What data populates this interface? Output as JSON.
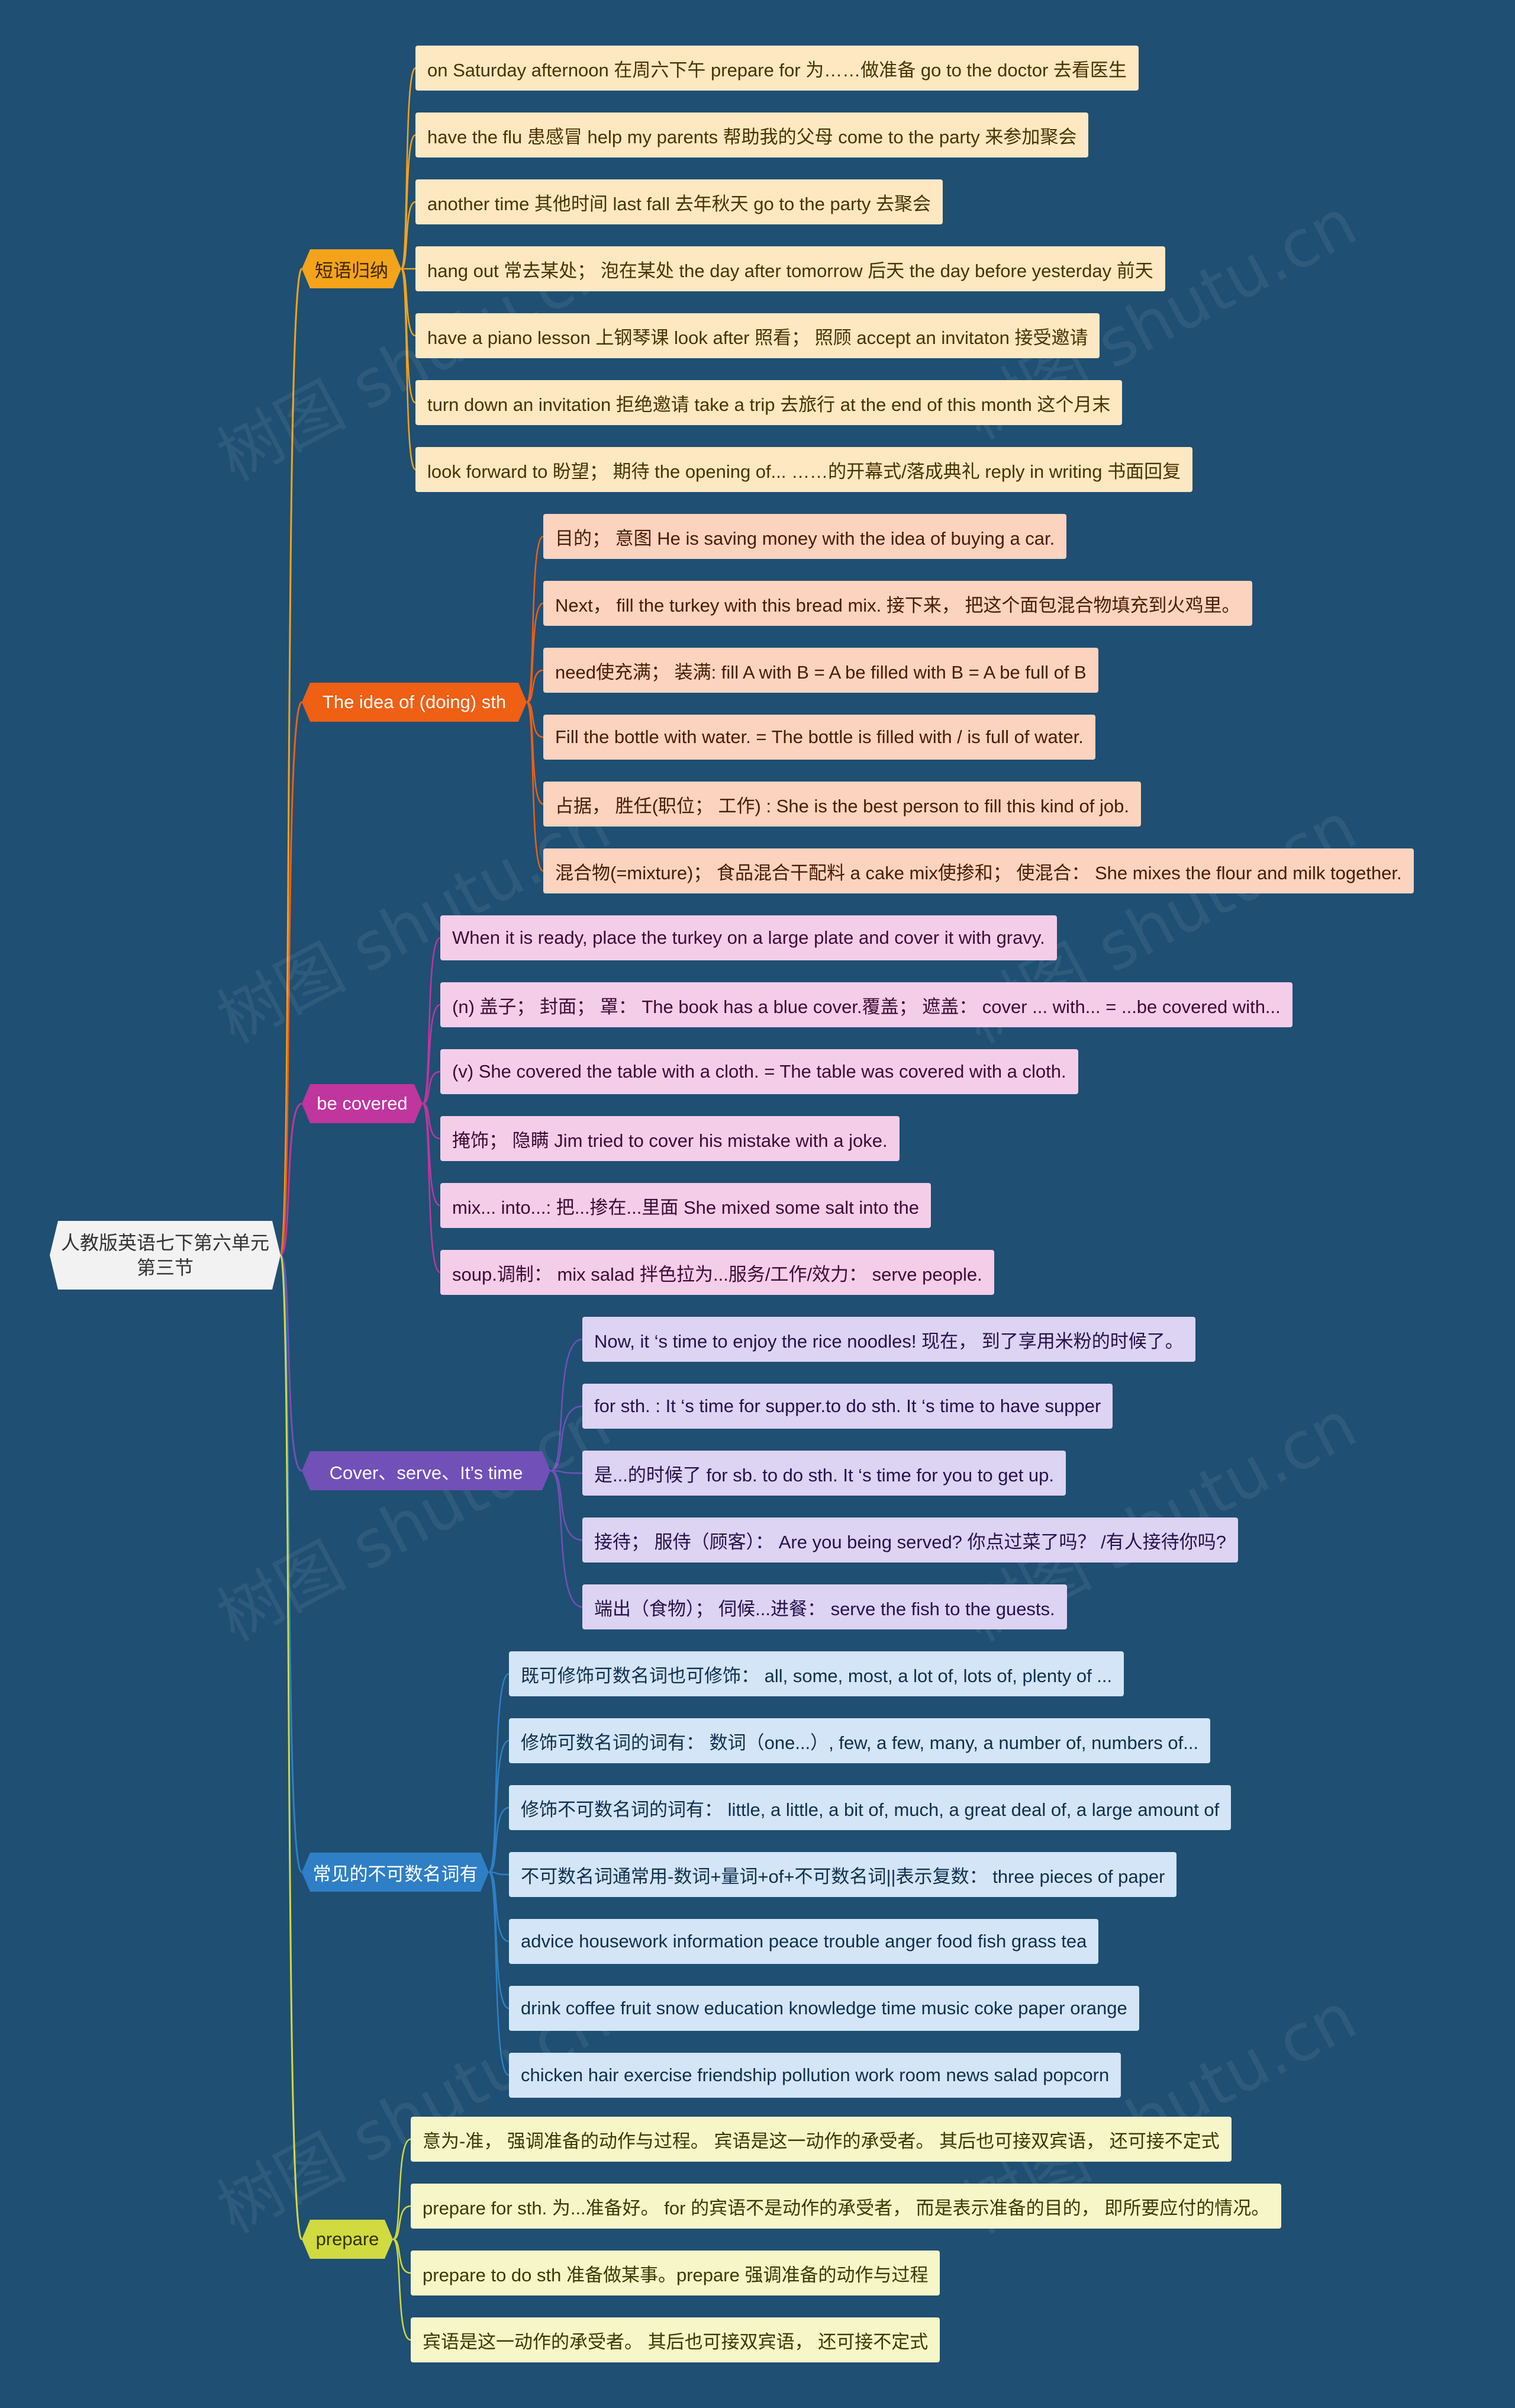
{
  "root": {
    "line1": "人教版英语七下第六单元",
    "line2": "第三节"
  },
  "watermark": "树图 shutu.cn",
  "colors": {
    "background": "#1f4f73",
    "phrases": "#f5a31a",
    "idea": "#ef5f14",
    "covered": "#c0359e",
    "serve": "#7150b8",
    "uncountable": "#2f7fc6",
    "prepare": "#d1da40"
  },
  "branches": [
    {
      "label": "短语归纳",
      "leaves": [
        "on Saturday afternoon 在周六下午 prepare for 为……做准备 go to the doctor 去看医生",
        "have the flu 患感冒 help my parents 帮助我的父母 come to the party 来参加聚会",
        "another time 其他时间 last fall 去年秋天 go to the party 去聚会",
        "hang out 常去某处； 泡在某处 the day after tomorrow 后天 the day before yesterday 前天",
        "have a piano lesson 上钢琴课 look after 照看； 照顾 accept an invitaton 接受邀请",
        "turn down an invitation 拒绝邀请 take a trip 去旅行 at the end of this month 这个月末",
        "look forward to 盼望； 期待 the opening of... ……的开幕式/落成典礼 reply in writing 书面回复"
      ]
    },
    {
      "label": "The idea of (doing) sth",
      "leaves": [
        "目的； 意图 He is saving money with the idea of buying a car.",
        "Next， fill the turkey with this bread mix. 接下来， 把这个面包混合物填充到火鸡里。",
        "need使充满； 装满: fill A with B = A be filled with B = A be full of B",
        "Fill the bottle with water. = The bottle is filled with / is full of water.",
        "占据， 胜任(职位； 工作) : She is the best person to fill this kind of job.",
        "混合物(=mixture)； 食品混合干配料 a cake mix使掺和； 使混合： She mixes the flour and milk together."
      ]
    },
    {
      "label": "be covered",
      "leaves": [
        "When it is ready, place the turkey on a large plate and cover it with gravy.",
        "(n) 盖子； 封面； 罩： The book has a blue cover.覆盖； 遮盖： cover ... with... = ...be covered with...",
        "(v) She covered the table with a cloth. = The table was covered with a cloth.",
        "掩饰； 隐瞒 Jim tried to cover his mistake with a joke.",
        "mix... into...: 把...掺在...里面 She mixed some salt into the",
        "soup.调制： mix salad 拌色拉为...服务/工作/效力： serve people."
      ]
    },
    {
      "label": "Cover、serve、It’s time",
      "leaves": [
        "Now, it ‘s time to enjoy the rice noodles! 现在， 到了享用米粉的时候了。",
        "for sth. : It ‘s time for supper.to do sth. It ‘s time to have supper",
        "是...的时候了 for sb. to do sth. It ‘s time for you to get up.",
        "接待； 服侍（顾客）： Are you being served? 你点过菜了吗？ /有人接待你吗?",
        "端出（食物）； 伺候...进餐： serve the fish to the guests."
      ]
    },
    {
      "label": "常见的不可数名词有",
      "leaves": [
        "既可修饰可数名词也可修饰： all, some, most, a lot of, lots of, plenty of ...",
        "修饰可数名词的词有： 数词（one...）, few, a few, many, a number of, numbers of...",
        "修饰不可数名词的词有： little, a little, a bit of, much, a great deal of, a large amount of",
        "不可数名词通常用-数词+量词+of+不可数名词||表示复数： three pieces of paper",
        "advice housework information peace trouble anger food fish grass tea",
        "drink coffee fruit snow education knowledge time music coke paper orange",
        "chicken hair exercise friendship pollution work room news salad popcorn"
      ]
    },
    {
      "label": "prepare",
      "leaves": [
        "意为-准， 强调准备的动作与过程。 宾语是这一动作的承受者。 其后也可接双宾语， 还可接不定式",
        "prepare for sth. 为...准备好。 for 的宾语不是动作的承受者， 而是表示准备的目的， 即所要应付的情况。",
        "prepare to do sth 准备做某事。prepare 强调准备的动作与过程",
        "宾语是这一动作的承受者。 其后也可接双宾语， 还可接不定式"
      ]
    }
  ]
}
